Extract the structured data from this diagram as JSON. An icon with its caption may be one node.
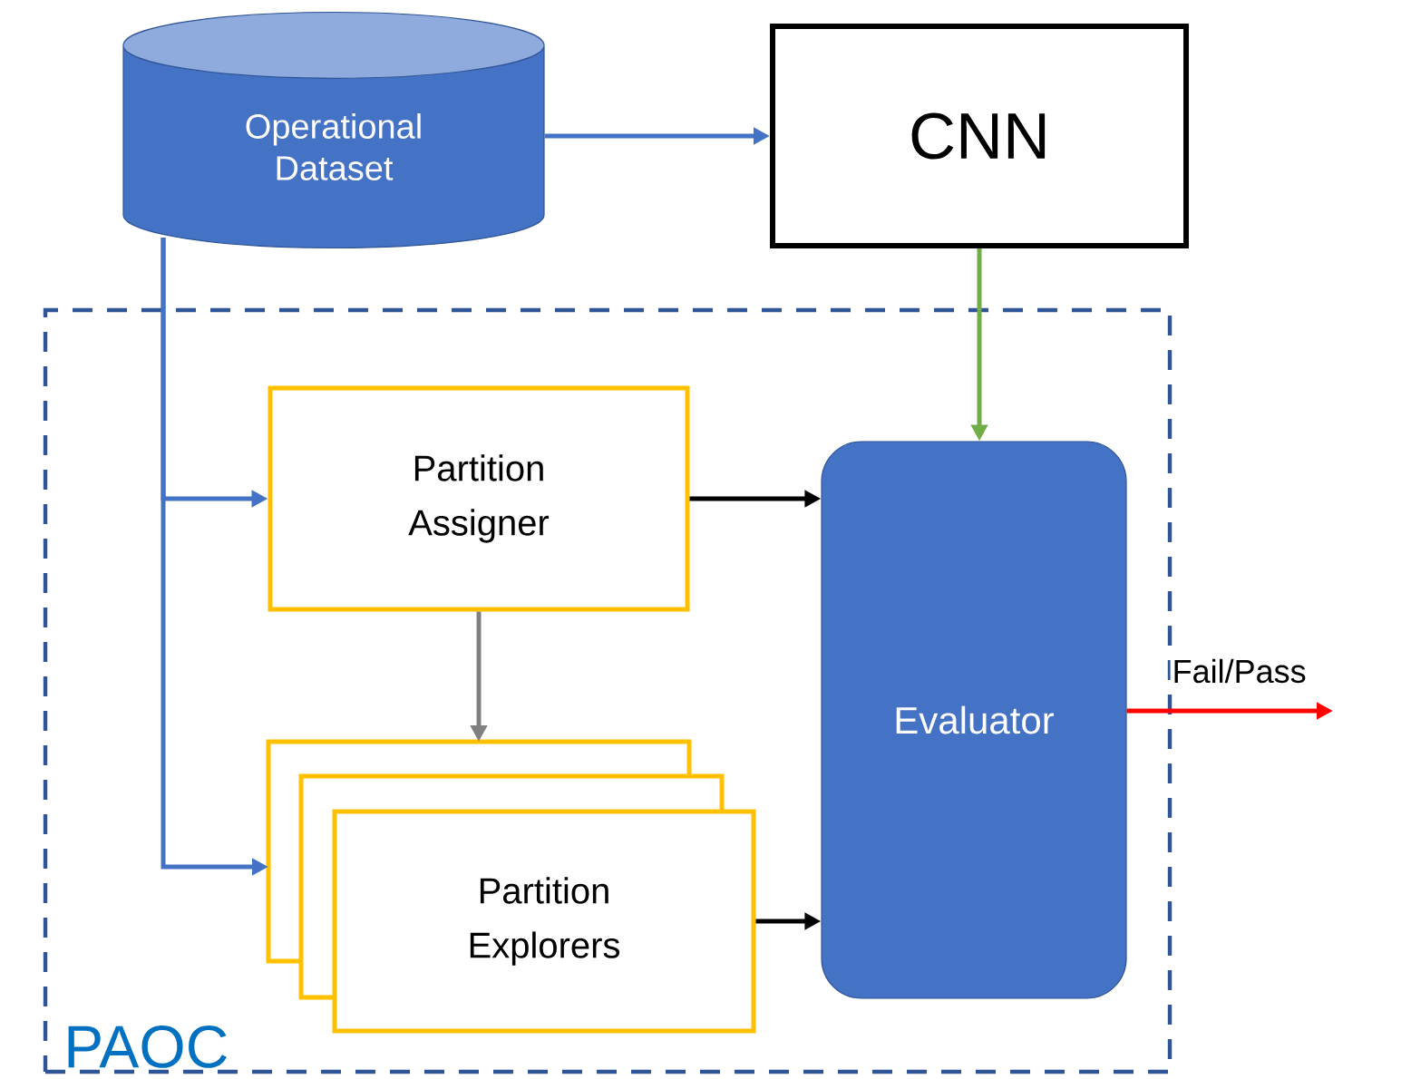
{
  "diagram": {
    "nodes": [
      {
        "text": [
          "Operational Dataset"
        ]
      },
      {
        "text": [
          "CNN"
        ]
      },
      {
        "text": [
          "PAOC"
        ]
      },
      {
        "text": [
          "Partition Assigner"
        ],
        "in": 2
      },
      {
        "text": [
          "Partition Explorers"
        ],
        "in": 2
      },
      {
        "text": [
          "Evaluator"
        ],
        "in": 2
      }
    ],
    "edges": [
      {
        "from": 0,
        "to": 1,
        "arrow": "to",
        "color": "#4472c4"
      },
      {
        "from": 0,
        "to": 3,
        "arrow": "to",
        "color": "#4472c4"
      },
      {
        "from": 0,
        "to": 4,
        "arrow": "to",
        "color": "#4472c4"
      },
      {
        "from": 1,
        "to": 5,
        "arrow": "to",
        "color": "#70ad47"
      },
      {
        "from": 3,
        "to": 5,
        "arrow": "to",
        "color": "#000000"
      },
      {
        "from": 3,
        "to": 4,
        "arrow": "to",
        "color": "#808080"
      },
      {
        "from": 4,
        "to": 5,
        "arrow": "to",
        "color": "#000000"
      },
      {
        "from": 5,
        "to": null,
        "arrow": "to",
        "label": "Fail/Pass",
        "color": "#ff0000"
      }
    ]
  }
}
